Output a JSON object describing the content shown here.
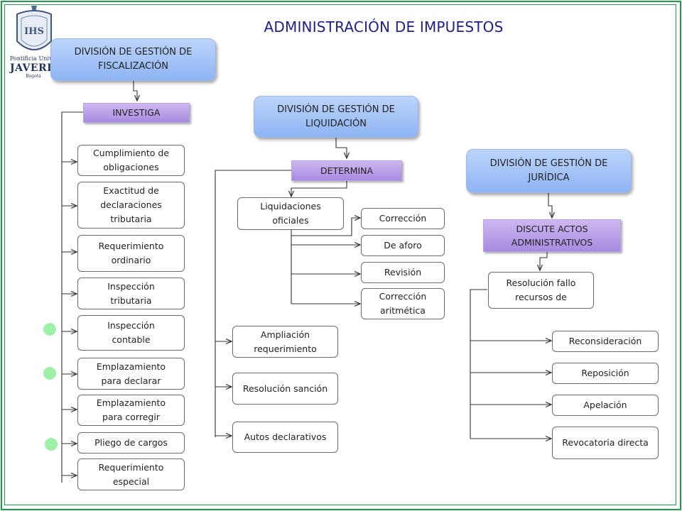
{
  "title": "ADMINISTRACIÓN DE IMPUESTOS",
  "logo": {
    "lines": [
      "Pontificia Universidad",
      "JAVERIANA",
      "Bogotá"
    ]
  },
  "fiscalizacion": {
    "header": "DIVISIÓN DE GESTIÓN DE FISCALIZACIÓN",
    "action": "INVESTIGA",
    "items": [
      "Cumplimiento de obligaciones",
      "Exactitud de declaraciones tributaria",
      "Requerimiento ordinario",
      "Inspección tributaria",
      "Inspección contable",
      "Emplazamiento para declarar",
      "Emplazamiento para corregir",
      "Pliego de cargos",
      "Requerimiento especial"
    ]
  },
  "liquidacion": {
    "header": "DIVISIÓN DE GESTIÓN DE LIQUIDACIÓN",
    "action": "DETERMINA",
    "liquidaciones": "Liquidaciones oficiales",
    "sub_items": [
      "Corrección",
      "De aforo",
      "Revisión",
      "Corrección aritmética"
    ],
    "items": [
      "Ampliación requerimiento",
      "Resolución sanción",
      "Autos declarativos"
    ]
  },
  "juridica": {
    "header": "DIVISIÓN DE GESTIÓN DE JURÍDICA",
    "action": "DISCUTE ACTOS ADMINISTRATIVOS",
    "resolucion": "Resolución fallo recursos de",
    "items": [
      "Reconsideración",
      "Reposición",
      "Apelación",
      "Revocatoria directa"
    ]
  },
  "colors": {
    "frame": "#1f9a4a",
    "title": "#20208a",
    "division": "#8eb4f4",
    "action": "#a78ae0",
    "marker": "#9ef0a6"
  }
}
